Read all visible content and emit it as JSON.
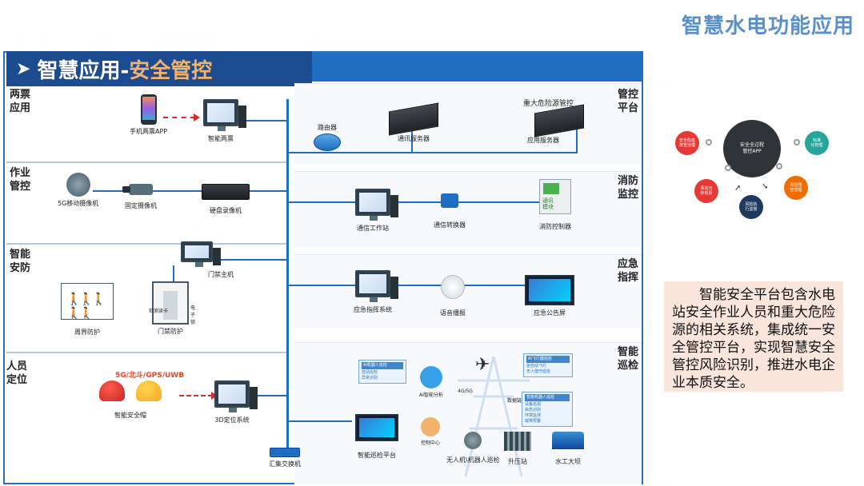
{
  "page_title": "智慧水电功能应用",
  "header": {
    "main": "智慧应用-",
    "accent": "安全管控"
  },
  "left_sections": [
    {
      "label": "两票\n应用"
    },
    {
      "label": "作业\n管控"
    },
    {
      "label": "智能\n安防"
    },
    {
      "label": "人员\n定位"
    }
  ],
  "right_sections": [
    {
      "label": "管控\n平台"
    },
    {
      "label": "消防\n监控"
    },
    {
      "label": "应急\n指挥"
    },
    {
      "label": "智能\n巡检"
    }
  ],
  "nodes": {
    "mobile_app": "手机两票APP",
    "smart_ticket": "智能两票",
    "mobile_cam_5g": "5G移动摄像机",
    "fixed_cam": "固定摄像机",
    "disk_recorder": "硬盘录像机",
    "access_host": "门禁主机",
    "perimeter": "周界防护",
    "access_protect": "门禁防护",
    "positioning_tech": "5G/北斗/GPS/UWB",
    "smart_helmet": "智能安全帽",
    "positioning_3d": "3D定位系统",
    "core_switch": "汇集交换机",
    "router": "路由器",
    "comm_server": "通讯服务器",
    "major_hazard": "重大危险源管控",
    "app_server": "应用服务器",
    "comm_workstation": "通信工作站",
    "comm_converter": "通信转换器",
    "fire_controller": "消防控制器",
    "emergency_system": "应急指挥系统",
    "voice_broadcast": "语音播报",
    "emergency_screen": "应急公告屏",
    "patrol_platform": "智能巡检平台",
    "drone_robot": "无人机\\机器人巡检",
    "substation": "升压站",
    "dam": "水工大坝",
    "ai_analysis": "AI智能分析",
    "net_4g5g": "4G/5G",
    "data_link": "数据链",
    "control_center": "控制中心",
    "fire_panel_text": "通讯\n模块"
  },
  "info_boxes": {
    "ai_box": {
      "title": "AI机器人巡检",
      "lines": [
        "自动巡检",
        "异常识别"
      ]
    },
    "drone_box": {
      "title": "AI飞行器巡检",
      "lines": [
        "全自动飞行",
        "无人值守巡检"
      ]
    },
    "robot_box": {
      "title": "智能机器人巡检",
      "lines": [
        "设备巡视",
        "状态识别",
        "环境监测",
        "故障预警"
      ]
    }
  },
  "gate_labels": {
    "left": "检测读卡",
    "right": "电子锁"
  },
  "cycle": {
    "center": "安全全过程\n管控APP",
    "items": [
      {
        "text": "安全隐患\n排查治理",
        "color": "#e53935"
      },
      {
        "text": "标准\n化管理",
        "color": "#26a69a"
      },
      {
        "text": "事故分\n析追责",
        "color": "#e53935"
      },
      {
        "text": "风险预\n控管理",
        "color": "#ef6c00"
      },
      {
        "text": "风险执\n行监督",
        "color": "#1e3a5f"
      }
    ]
  },
  "description": "智能安全平台包含水电站安全作业人员和重大危险源的相关系统，集成统一安全管控平台，实现智慧安全管控风险识别，推进水电企业本质安全。"
}
